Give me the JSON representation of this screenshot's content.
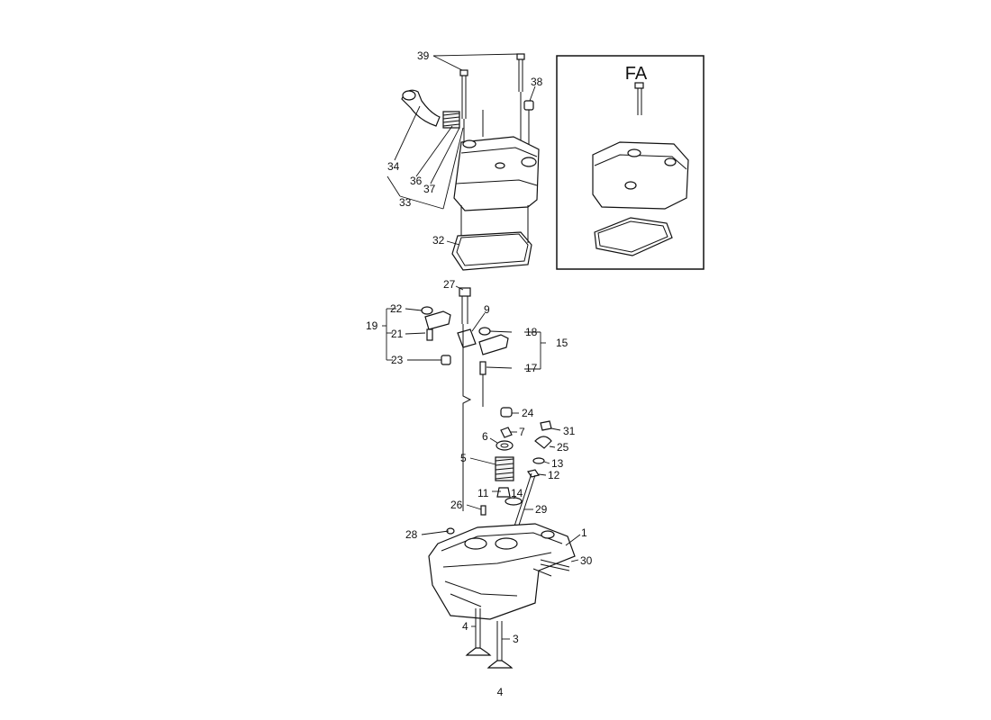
{
  "page_number": "4",
  "inset": {
    "title": "FA"
  },
  "callouts": {
    "c1": "1",
    "c3": "3",
    "c4": "4",
    "c5": "5",
    "c6": "6",
    "c7": "7",
    "c9": "9",
    "c11": "11",
    "c12": "12",
    "c13": "13",
    "c14": "14",
    "c15": "15",
    "c17": "17",
    "c18": "18",
    "c19": "19",
    "c21": "21",
    "c22": "22",
    "c23": "23",
    "c24": "24",
    "c25": "25",
    "c26": "26",
    "c27": "27",
    "c28": "28",
    "c29": "29",
    "c30": "30",
    "c31": "31",
    "c32": "32",
    "c33": "33",
    "c34": "34",
    "c36": "36",
    "c37": "37",
    "c38": "38",
    "c39": "39"
  }
}
